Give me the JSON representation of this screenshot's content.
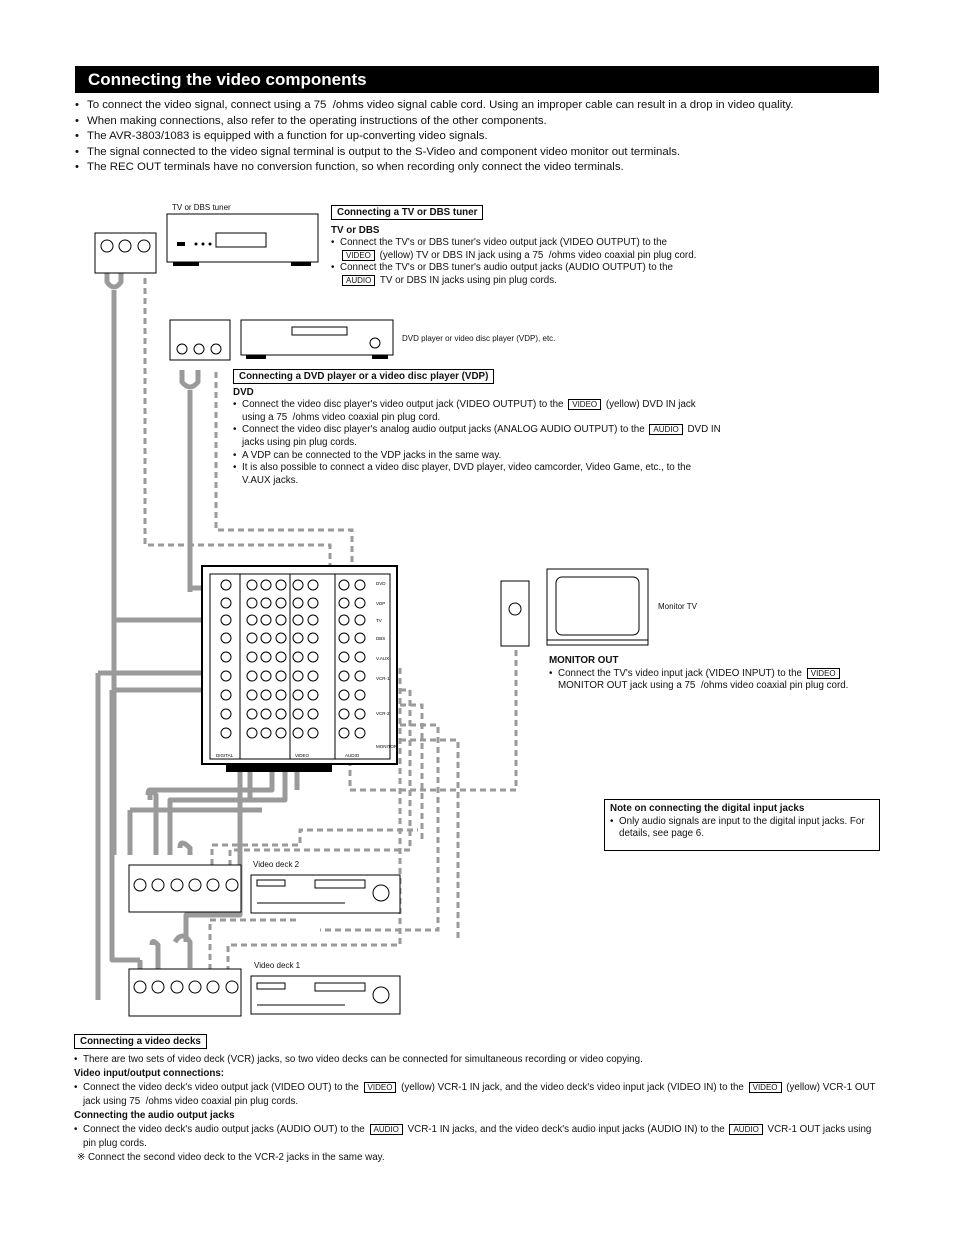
{
  "title": "Connecting the video components",
  "intro": [
    "To connect the video signal, connect using a 75  /ohms video signal cable cord. Using an improper cable can result in a drop in video quality.",
    "When making connections, also refer to the operating instructions of the other components.",
    "The AVR-3803/1083 is equipped with a function for up-converting video signals.",
    "The signal connected to the video signal terminal is output to the S-Video and component video monitor out terminals.",
    "The REC OUT terminals have no conversion function, so when recording only connect the video terminals."
  ],
  "device_labels": {
    "tv_tuner": "TV or DBS tuner",
    "dvd": "DVD player or video disc player (VDP), etc.",
    "monitor": "Monitor TV",
    "deck2": "Video deck 2",
    "deck1": "Video deck 1"
  },
  "tv_section": {
    "heading": "Connecting a TV or DBS tuner",
    "sub": "TV or DBS",
    "b1_pre": "Connect the TV's or DBS tuner's video output jack (VIDEO OUTPUT) to the",
    "b1_tag": "VIDEO",
    "b1_post": "(yellow) TV or DBS IN jack using a 75  /ohms video coaxial pin plug cord.",
    "b2_pre": "Connect the TV's or DBS tuner's audio output jacks (AUDIO OUTPUT) to the",
    "b2_tag": "AUDIO",
    "b2_post": "TV or DBS IN jacks using pin plug cords."
  },
  "dvd_section": {
    "heading": "Connecting a DVD player or a video disc player (VDP)",
    "sub": "DVD",
    "b1_pre": "Connect the video disc player's video output jack (VIDEO OUTPUT) to the",
    "b1_tag": "VIDEO",
    "b1_post": "(yellow) DVD IN jack using a 75  /ohms video coaxial pin plug cord.",
    "b2_pre": "Connect the video disc player's analog audio output jacks (ANALOG AUDIO OUTPUT) to the",
    "b2_tag": "AUDIO",
    "b2_post": "DVD IN jacks using pin plug cords.",
    "b3": "A VDP can be connected to the VDP jacks in the same way.",
    "b4": "It is also possible to connect a video disc player, DVD player, video camcorder, Video Game, etc., to the V.AUX jacks."
  },
  "monitor_section": {
    "sub": "MONITOR OUT",
    "b1_pre": "Connect the TV's video input jack (VIDEO INPUT) to the",
    "b1_tag": "VIDEO",
    "b1_post": "MONITOR OUT jack using a 75  /ohms video coaxial pin plug cord."
  },
  "digital_note": {
    "heading": "Note on connecting the digital input jacks",
    "b1": "Only audio signals are input to the digital input jacks. For details, see page 6."
  },
  "receiver_labels": [
    "DVD",
    "VDP",
    "TV",
    "DBS",
    "V.AUX",
    "VCR-1",
    "VCR-2",
    "MONITOR",
    "DIGITAL",
    "VIDEO",
    "AUDIO"
  ],
  "deck_section": {
    "heading": "Connecting a video decks",
    "b1": "There are two sets of video deck (VCR) jacks, so two video decks can be connected for simultaneous recording or video copying.",
    "sub1": "Video input/output connections:",
    "b2_pre": "Connect the video deck's video output jack (VIDEO OUT) to the",
    "b2_tag": "VIDEO",
    "b2_mid": "(yellow) VCR-1 IN jack, and the video deck's video input jack (VIDEO IN) to the",
    "b2_tag2": "VIDEO",
    "b2_post": "(yellow) VCR-1 OUT jack using 75  /ohms video coaxial pin plug cords.",
    "sub2": "Connecting the audio output jacks",
    "b3_pre": "Connect the video deck's audio output jacks (AUDIO OUT) to the",
    "b3_tag": "AUDIO",
    "b3_mid": "VCR-1 IN jacks, and the video deck's audio input jacks (AUDIO IN) to the",
    "b3_tag2": "AUDIO",
    "b3_post": "VCR-1 OUT jacks using pin plug cords.",
    "note_mark": "※",
    "note": "Connect the second video deck to the VCR-2 jacks in the same way."
  },
  "colors": {
    "cable": "#9a9a9a",
    "text": "#111111",
    "title_bg": "#000000"
  }
}
